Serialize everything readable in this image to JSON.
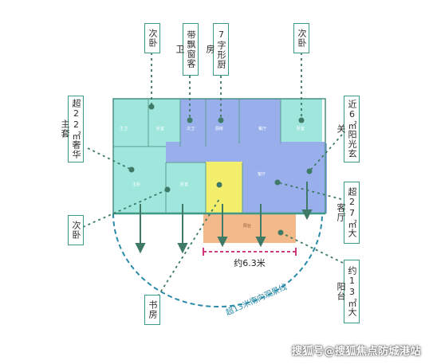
{
  "callouts": {
    "secondary_bedroom_top": "次卧",
    "guest_bath_bay_window": "带飘窗客卫",
    "seven_shape_kitchen": "7字形厨房",
    "secondary_bedroom_right": "次卧",
    "master_suite": "超22㎡奢华主套",
    "entrance": "近6㎡阳光玄关",
    "living_room": "超27㎡大客厅",
    "secondary_bedroom_left": "次卧",
    "balcony": "约13㎡大阳台",
    "study": "书房"
  },
  "measure": {
    "balcony_width": "约6.3米"
  },
  "view_arc": "超13米南向观景线",
  "rooms": {
    "master_bath": "主卫",
    "bedroom_a": "卧室",
    "secondary_bath": "次卫",
    "kitchen": "厨房",
    "dining": "餐厅",
    "bedroom_b": "卧室",
    "master_bedroom": "主卧",
    "bedroom_c": "卧室",
    "living": "客厅",
    "balcony_room": "阳台"
  },
  "watermark": "搜狐号@搜狐焦点防城港站",
  "colors": {
    "teal": "#3e9a86",
    "cyan_zone": "#9fe6dc",
    "blue_zone": "#98afec",
    "yellow_zone": "#f3ee6c",
    "orange_zone": "#f4b98a",
    "arc_dash": "#2a8aa8",
    "arrow": "#3f7a66",
    "measure": "#c8246e"
  }
}
